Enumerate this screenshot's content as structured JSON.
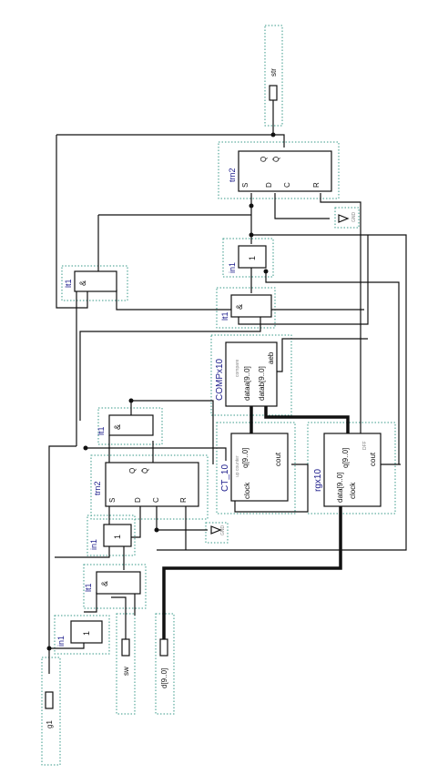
{
  "blocks": {
    "trn2_top": "trn2",
    "trn2_mid": "trn2",
    "inv_top": "in1",
    "and_upper": "lt1",
    "and_mid": "lt1",
    "and_left": "lt1",
    "and_bottom": "lt1",
    "inv_mid": "in1",
    "inv_bottom": "in1",
    "compare": "COMPx10",
    "compare_sub": "compare",
    "counter": "CT_10",
    "counter_sub": "up counter",
    "register": "rgx10",
    "register_sub": "DFF"
  },
  "pins": {
    "q": "Q",
    "qn": "Q̄",
    "s": "S",
    "d": "D",
    "c": "C",
    "r": "R",
    "and_sym": "&",
    "inv_sym": "1",
    "dataa": "dataa[9..0]",
    "datab": "datab[9..0]",
    "aeb": "aeb",
    "q_bus": "q[9..0]",
    "cout": "cout",
    "clock": "clock",
    "data_bus": "data[9..0]"
  },
  "ports": {
    "output_label": "str",
    "in1_label": "g1",
    "in2_label": "sw",
    "in3_label": "d[9..0]"
  },
  "gnd": {
    "label_top": "GND",
    "label_bottom": "GND"
  }
}
